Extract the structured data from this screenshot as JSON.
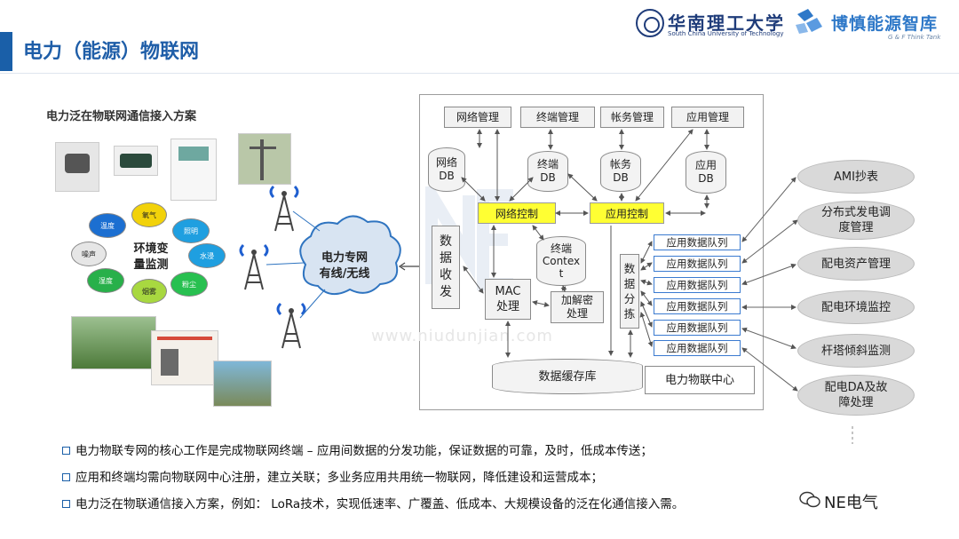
{
  "header": {
    "title": "电力（能源）物联网",
    "scut_logo_cn": "华南理工大学",
    "scut_logo_en": "South China University of Technology",
    "ge_logo_cn": "博慎能源智库",
    "ge_logo_en": "G & F Think Tank"
  },
  "left": {
    "subtitle": "电力泛在物联网通信接入方案",
    "env_label_1": "环境变",
    "env_label_2": "量监测",
    "bubbles": [
      "温度",
      "氧气",
      "照明",
      "噪声",
      "水浸",
      "湿度",
      "烟雾",
      "粉尘"
    ],
    "cloud_line1": "电力专网",
    "cloud_line2": "有线/无线"
  },
  "diagram": {
    "mgmt": [
      "网络管理",
      "终端管理",
      "帐务管理",
      "应用管理"
    ],
    "db": [
      {
        "l1": "网络",
        "l2": "DB"
      },
      {
        "l1": "终端",
        "l2": "DB"
      },
      {
        "l1": "帐务",
        "l2": "DB"
      },
      {
        "l1": "应用",
        "l2": "DB"
      }
    ],
    "net_control": "网络控制",
    "app_control": "应用控制",
    "data_rx": [
      "数",
      "据",
      "收",
      "发"
    ],
    "context_l1": "终端",
    "context_l2": "Contex",
    "context_l3": "t",
    "mac_l1": "MAC",
    "mac_l2": "处理",
    "crypto_l1": "加解密",
    "crypto_l2": "处理",
    "sort": [
      "数",
      "据",
      "分",
      "拣"
    ],
    "queues": [
      "应用数据队列",
      "应用数据队列",
      "应用数据队列",
      "应用数据队列",
      "应用数据队列",
      "应用数据队列"
    ],
    "cache": "数据缓存库",
    "center": "电力物联中心",
    "watermark": "www.niudunjian.com"
  },
  "apps": [
    {
      "l1": "AMI抄表",
      "l2": ""
    },
    {
      "l1": "分布式发电调",
      "l2": "度管理"
    },
    {
      "l1": "配电资产管理",
      "l2": ""
    },
    {
      "l1": "配电环境监控",
      "l2": ""
    },
    {
      "l1": "杆塔倾斜监测",
      "l2": ""
    },
    {
      "l1": "配电DA及故",
      "l2": "障处理"
    }
  ],
  "bullets": [
    "电力物联专网的核心工作是完成物联网终端 – 应用间数据的分发功能，保证数据的可靠，及时，低成本传送；",
    "应用和终端均需向物联网中心注册，建立关联；多业务应用共用统一物联网，降低建设和运营成本；",
    "电力泛在物联通信接入方案，例如： LoRa技术，实现低速率、广覆盖、低成本、大规模设备的泛在化通信接入需。"
  ],
  "wechat": "NE电气"
}
